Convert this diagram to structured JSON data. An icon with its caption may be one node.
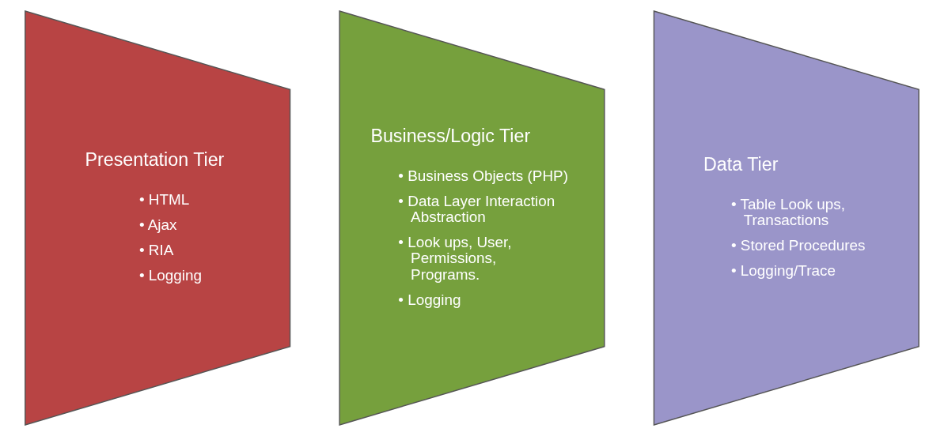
{
  "diagram": {
    "nodes": [
      {
        "text": [
          "Presentation Tier",
          "• HTML",
          "• Ajax",
          "• RIA",
          "• Logging"
        ]
      },
      {
        "text": [
          "Business/Logic Tier",
          "• Business Objects (PHP)",
          "• Data Layer Interaction Abstraction",
          "• Look ups, User, Permissions, Programs.",
          "• Logging"
        ]
      },
      {
        "text": [
          "Data Tier",
          "• Table Look ups, Transactions",
          "• Stored Procedures",
          "• Logging/Trace"
        ]
      }
    ],
    "edges": []
  }
}
